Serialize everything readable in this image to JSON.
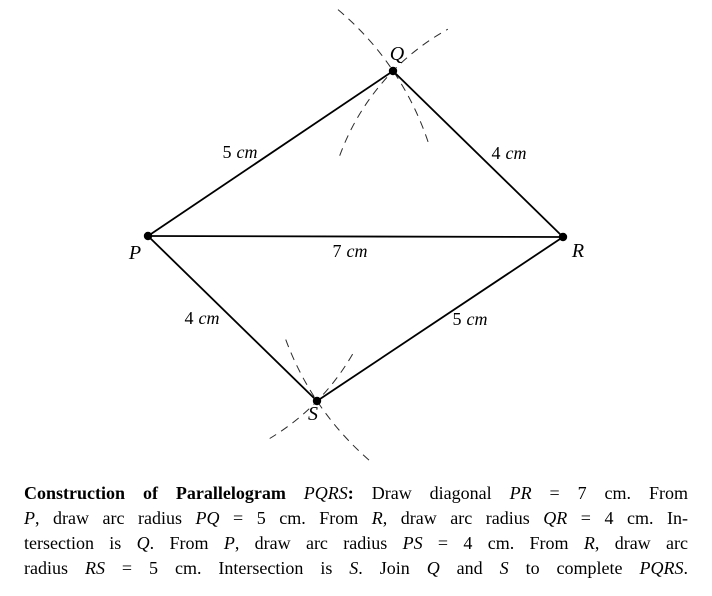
{
  "page": {
    "background_color": "#ffffff",
    "ink_color": "#000000"
  },
  "diagram": {
    "type": "geometric-construction",
    "shape": "parallelogram",
    "vertices": {
      "p": "P",
      "q": "Q",
      "r": "R",
      "s": "S"
    },
    "side_labels": {
      "pq": {
        "value": "5",
        "unit": "cm"
      },
      "qr": {
        "value": "4",
        "unit": "cm"
      },
      "pr": {
        "value": "7",
        "unit": "cm"
      },
      "ps": {
        "value": "4",
        "unit": "cm"
      },
      "rs": {
        "value": "5",
        "unit": "cm"
      }
    }
  },
  "caption": {
    "lines": [
      {
        "segments": [
          {
            "t": "Construction of Parallelogram ",
            "s": "b"
          },
          {
            "t": "PQRS",
            "s": "i"
          },
          {
            "t": ":",
            "s": "b"
          },
          {
            "t": " Draw diagonal ",
            "s": "n"
          },
          {
            "t": "PR",
            "s": "i"
          },
          {
            "t": " = 7 cm. From",
            "s": "n"
          }
        ]
      },
      {
        "segments": [
          {
            "t": "P",
            "s": "i"
          },
          {
            "t": ", draw arc radius ",
            "s": "n"
          },
          {
            "t": "PQ",
            "s": "i"
          },
          {
            "t": " = 5 cm. From ",
            "s": "n"
          },
          {
            "t": "R",
            "s": "i"
          },
          {
            "t": ", draw arc radius ",
            "s": "n"
          },
          {
            "t": "QR",
            "s": "i"
          },
          {
            "t": " = 4 cm. In-",
            "s": "n"
          }
        ]
      },
      {
        "segments": [
          {
            "t": "tersection is ",
            "s": "n"
          },
          {
            "t": "Q",
            "s": "i"
          },
          {
            "t": ". From ",
            "s": "n"
          },
          {
            "t": "P",
            "s": "i"
          },
          {
            "t": ", draw arc radius ",
            "s": "n"
          },
          {
            "t": "PS",
            "s": "i"
          },
          {
            "t": " = 4 cm. From ",
            "s": "n"
          },
          {
            "t": "R",
            "s": "i"
          },
          {
            "t": ", draw arc",
            "s": "n"
          }
        ]
      },
      {
        "segments": [
          {
            "t": "radius ",
            "s": "n"
          },
          {
            "t": "RS",
            "s": "i"
          },
          {
            "t": " = 5 cm. Intersection is ",
            "s": "n"
          },
          {
            "t": "S",
            "s": "i"
          },
          {
            "t": ". Join ",
            "s": "n"
          },
          {
            "t": "Q",
            "s": "i"
          },
          {
            "t": " and ",
            "s": "n"
          },
          {
            "t": "S",
            "s": "i"
          },
          {
            "t": " to complete ",
            "s": "n"
          },
          {
            "t": "PQRS",
            "s": "i"
          },
          {
            "t": ".",
            "s": "n"
          }
        ]
      }
    ]
  }
}
